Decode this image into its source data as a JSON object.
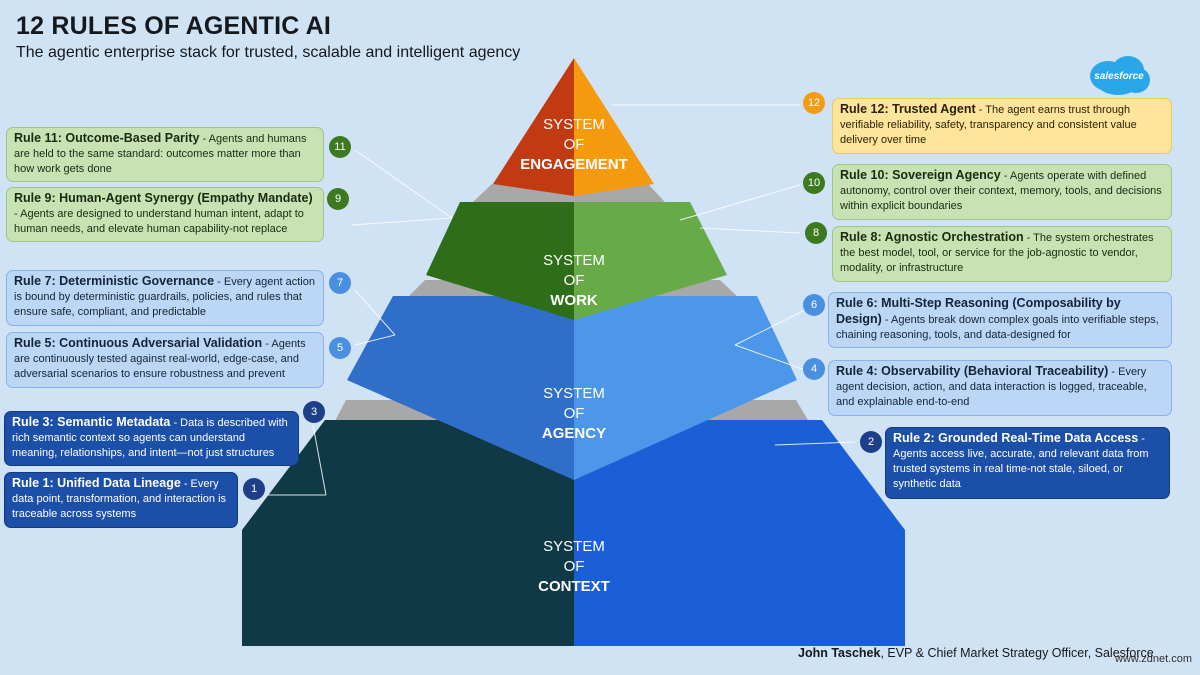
{
  "header": {
    "title": "12 RULES OF AGENTIC AI",
    "subtitle": "The agentic enterprise stack for trusted, scalable and intelligent agency"
  },
  "logo": {
    "text": "salesforce"
  },
  "pyramid": {
    "tiers": [
      {
        "id": "engagement",
        "line1": "SYSTEM",
        "line2": "OF",
        "line3": "ENGAGEMENT",
        "left_color": "#c23a12",
        "right_color": "#f59a0e"
      },
      {
        "id": "work",
        "line1": "SYSTEM",
        "line2": "OF",
        "line3": "WORK",
        "left_color": "#2f6e18",
        "right_color": "#66ab47"
      },
      {
        "id": "agency",
        "line1": "SYSTEM",
        "line2": "OF",
        "line3": "AGENCY",
        "left_color": "#2f6ec9",
        "right_color": "#4c97ea"
      },
      {
        "id": "context",
        "line1": "SYSTEM",
        "line2": "OF",
        "line3": "CONTEXT",
        "left_color": "#0f3a45",
        "right_color": "#1b5fd6"
      }
    ],
    "separator_color": "#a8a8a8"
  },
  "rules": [
    {
      "num": "1",
      "title": "Rule 1: Unified Data Lineage",
      "text": " - Every data point, transformation, and interaction is traceable across systems"
    },
    {
      "num": "2",
      "title": "Rule 2: Grounded Real-Time Data Access",
      "text": " - Agents access live, accurate, and relevant data from trusted systems in real time-not stale, siloed, or synthetic data"
    },
    {
      "num": "3",
      "title": "Rule 3: Semantic Metadata",
      "text": " - Data is described with rich semantic context so agents can understand meaning, relationships, and intent—not just structures"
    },
    {
      "num": "4",
      "title": "Rule 4: Observability (Behavioral Traceability)",
      "text": " - Every agent decision, action, and data interaction is logged, traceable, and explainable end-to-end"
    },
    {
      "num": "5",
      "title": "Rule 5: Continuous Adversarial Validation",
      "text": " - Agents are continuously tested against real-world, edge-case, and adversarial scenarios to ensure robustness and prevent"
    },
    {
      "num": "6",
      "title": "Rule 6: Multi-Step Reasoning (Composability by Design)",
      "text": " - Agents break down complex goals into verifiable steps, chaining reasoning, tools, and data-designed for"
    },
    {
      "num": "7",
      "title": "Rule 7: Deterministic Governance",
      "text": " - Every agent action is bound by deterministic guardrails, policies, and rules that ensure safe, compliant, and predictable"
    },
    {
      "num": "8",
      "title": "Rule 8: Agnostic Orchestration",
      "text": " - The system orchestrates the best model, tool, or service for the job-agnostic to vendor, modality, or infrastructure"
    },
    {
      "num": "9",
      "title": "Rule 9: Human-Agent Synergy (Empathy Mandate)",
      "text": " - Agents are designed to understand human intent, adapt to human needs, and elevate human capability-not replace"
    },
    {
      "num": "10",
      "title": "Rule 10: Sovereign Agency",
      "text": " - Agents operate with defined autonomy, control over their context, memory, tools, and decisions within explicit boundaries"
    },
    {
      "num": "11",
      "title": "Rule 11: Outcome-Based Parity",
      "text": " - Agents and humans are held to the same standard: outcomes matter more than how work gets done"
    },
    {
      "num": "12",
      "title": "Rule 12: Trusted Agent",
      "text": " - The agent earns trust through verifiable reliability, safety, transparency and consistent value delivery over time"
    }
  ],
  "credit": {
    "name": "John Taschek",
    "role": ", EVP & Chief Market Strategy Officer, Salesforce"
  },
  "watermark": "www.zdnet.com"
}
